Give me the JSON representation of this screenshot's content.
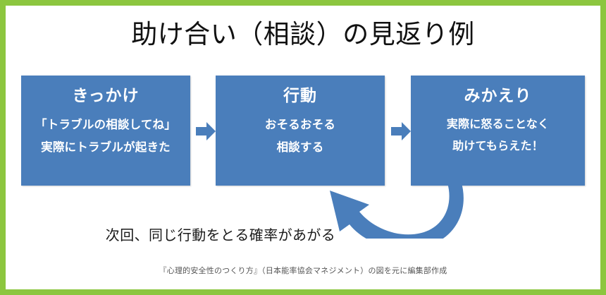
{
  "slide": {
    "title": "助け合い（相談）の見返り例",
    "border_color": "#8CC63F",
    "background_color": "#FFFFFF"
  },
  "diagram": {
    "box_color": "#4A7EBB",
    "box_text_color": "#FFFFFF",
    "steps": [
      {
        "heading": "きっかけ",
        "line1": "「トラブルの相談してね」",
        "line2": "実際にトラブルが起きた"
      },
      {
        "heading": "行動",
        "line1": "おそるおそる",
        "line2": "相談する"
      },
      {
        "heading": "みかえり",
        "line1": "実際に怒ることなく",
        "line2": "助けてもらえた！"
      }
    ],
    "connectors": [
      {
        "icon": "arrow-right-icon"
      },
      {
        "icon": "arrow-right-icon"
      }
    ],
    "loop": {
      "icon": "curved-loop-arrow-icon",
      "caption": "次回、同じ行動をとる確率があがる",
      "color": "#4A7EBB"
    }
  },
  "footer": {
    "source": "『心理的安全性のつくり方』（日本能率協会マネジメント）の図を元に編集部作成"
  }
}
